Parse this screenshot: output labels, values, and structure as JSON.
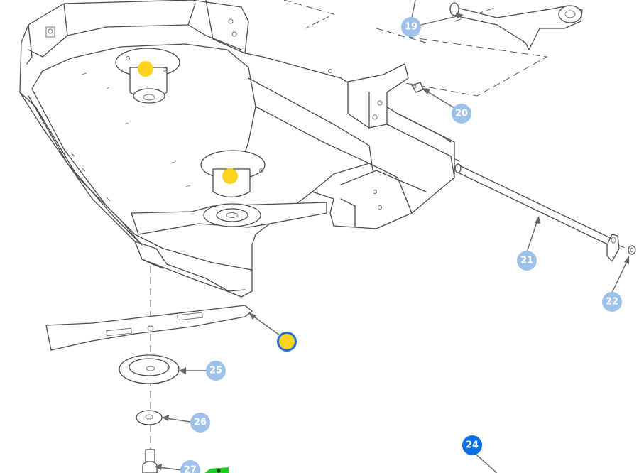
{
  "colors": {
    "callout_normal": "#9ec1ea",
    "callout_selected": "#0a6fe0",
    "hotspot_fill": "#ffd21f",
    "hotspot_ring": "#1f6fd6",
    "leader": "#666666",
    "green_tag": "#22cc22"
  },
  "callouts": [
    {
      "id": "c19",
      "label": "19"
    },
    {
      "id": "c20",
      "label": "20"
    },
    {
      "id": "c21",
      "label": "21"
    },
    {
      "id": "c22",
      "label": "22"
    },
    {
      "id": "c24",
      "label": "24",
      "selected": true
    },
    {
      "id": "c25",
      "label": "25"
    },
    {
      "id": "c26",
      "label": "26"
    },
    {
      "id": "c27",
      "label": "27"
    }
  ],
  "hotspots": [
    {
      "id": "spindle-top"
    },
    {
      "id": "spindle-middle"
    },
    {
      "id": "blade"
    }
  ]
}
